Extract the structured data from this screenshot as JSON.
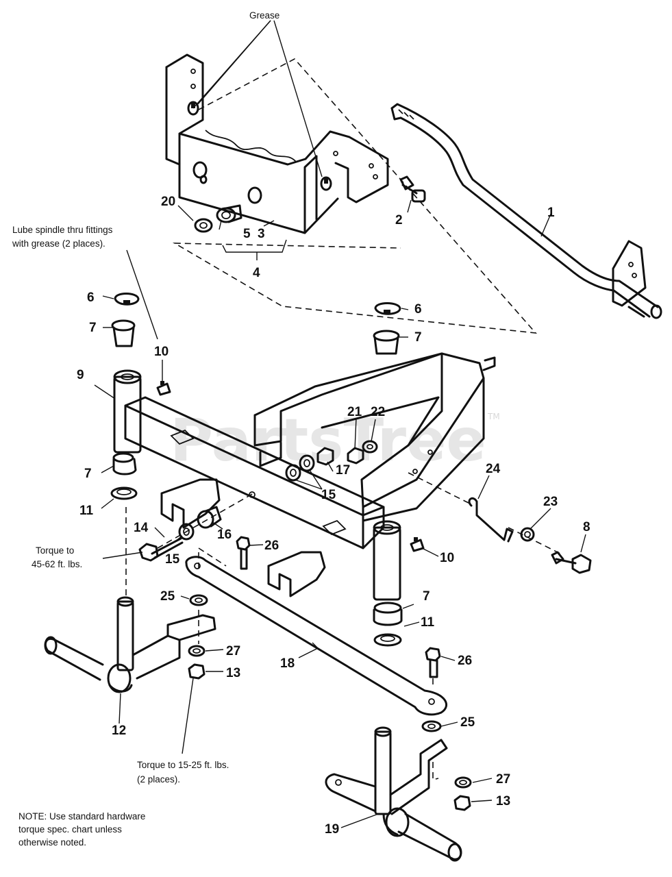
{
  "watermark": {
    "brand": "PartsTree",
    "trademark": "TM"
  },
  "callouts": {
    "c1": "1",
    "c2": "2",
    "c3": "3",
    "c4": "4",
    "c5": "5",
    "c6": "6",
    "c7": "7",
    "c8": "8",
    "c9": "9",
    "c10": "10",
    "c11": "11",
    "c12": "12",
    "c13": "13",
    "c14": "14",
    "c15": "15",
    "c16": "16",
    "c17": "17",
    "c18": "18",
    "c19": "19",
    "c20": "20",
    "c21": "21",
    "c22": "22",
    "c23": "23",
    "c24": "24",
    "c25": "25",
    "c26": "26",
    "c27": "27"
  },
  "notes": {
    "grease": "Grease",
    "lube_line1": "Lube spindle thru fittings",
    "lube_line2": "with grease (2 places).",
    "torque_a_line1": "Torque to",
    "torque_a_line2": "45-62 ft. lbs.",
    "torque_b_line1": "Torque to 15-25 ft. lbs.",
    "torque_b_line2": "(2 places).",
    "note_line1": "NOTE: Use standard hardware",
    "note_line2": "torque spec. chart unless",
    "note_line3": "otherwise noted."
  }
}
